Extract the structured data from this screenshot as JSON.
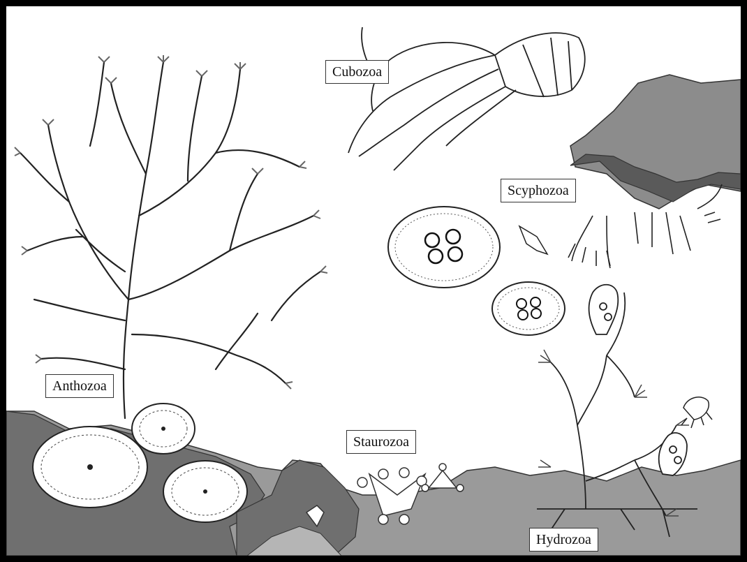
{
  "labels": {
    "cubozoa": "Cubozoa",
    "scyphozoa": "Scyphozoa",
    "anthozoa": "Anthozoa",
    "staurozoa": "Staurozoa",
    "hydrozoa": "Hydrozoa"
  },
  "colors": {
    "frame": "#000000",
    "background": "#ffffff",
    "seafloor": "#9a9a9a",
    "rock_dark": "#6f6f6f",
    "rock_mid": "#8c8c8c",
    "rock_darkest": "#5a5a5a",
    "line": "#222222",
    "polyp": "#7a7a7a"
  }
}
